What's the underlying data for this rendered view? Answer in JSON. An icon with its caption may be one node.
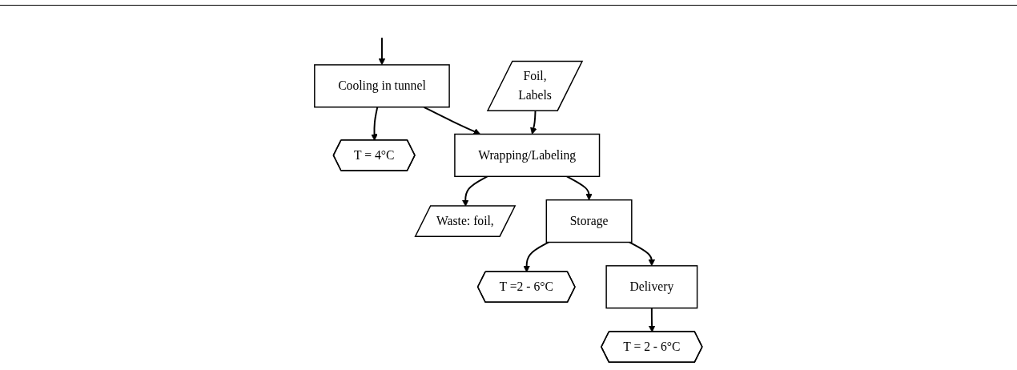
{
  "diagram": {
    "nodes": [
      {
        "text": [
          "Cooling in tunnel"
        ]
      },
      {
        "text": [
          "T = 4°C"
        ]
      },
      {
        "text": [
          "Foil,",
          "Labels"
        ]
      },
      {
        "text": [
          "Wrapping/Labeling"
        ]
      },
      {
        "text": [
          "Waste: foil,"
        ]
      },
      {
        "text": [
          "Storage"
        ]
      },
      {
        "text": [
          "T =2 - 6°C"
        ]
      },
      {
        "text": [
          "Delivery"
        ]
      },
      {
        "text": [
          "T = 2 - 6°C"
        ]
      }
    ],
    "edges": [
      {
        "from": null,
        "to": 0,
        "arrow": "to"
      },
      {
        "from": 0,
        "to": 1,
        "arrow": "to"
      },
      {
        "from": 0,
        "to": 3,
        "arrow": "to"
      },
      {
        "from": 2,
        "to": 3,
        "arrow": "to"
      },
      {
        "from": 3,
        "to": 4,
        "arrow": "to"
      },
      {
        "from": 3,
        "to": 5,
        "arrow": "to"
      },
      {
        "from": 5,
        "to": 6,
        "arrow": "to"
      },
      {
        "from": 5,
        "to": 7,
        "arrow": "to"
      },
      {
        "from": 7,
        "to": 8,
        "arrow": "to"
      }
    ]
  }
}
